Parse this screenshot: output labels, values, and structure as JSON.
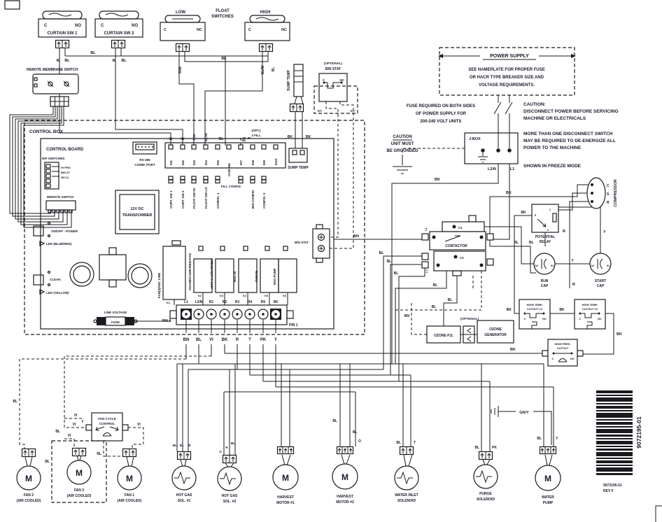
{
  "c": {
    "ink": "#1a1a1f",
    "text": "#161a28"
  },
  "cs1": {
    "t": "CURTAIN SW 1",
    "a": "C",
    "b": "NO",
    "w1": "W",
    "w2": "BL",
    "w3": "BL"
  },
  "cs2": {
    "t": "CURTAIN SW 2",
    "a": "C",
    "b": "NO",
    "w1": "W",
    "w2": "BL"
  },
  "fl": {
    "hdr1": "FLOAT",
    "hdr2": "SWITCHES",
    "low": "LOW",
    "high": "HIGH",
    "la": "C",
    "lb": "NC",
    "ha": "C",
    "hb": "NC",
    "w1": "R/W",
    "w2": "BL",
    "w3": "BL/W",
    "w4": "BL"
  },
  "mem": {
    "t": "REMOTE MEMBRANE SWITCH"
  },
  "st": {
    "probe": "SUMP TEMP",
    "bk1": "BK",
    "bk2": "BK",
    "conn": "SUMP TEMP"
  },
  "bs": {
    "opt": "(OPTIONAL)",
    "t": "BIN STAT",
    "a": "C",
    "b": "NC",
    "g1": "GY",
    "g2": "GY"
  },
  "ps": {
    "t": "POWER SUPPLY",
    "n1": "SEE NAMEPLATE FOR PROPER FUSE",
    "n2": "OR HACR TYPE BREAKER SIZE AND",
    "n3": "VOLTAGE REQUIREMENTS.",
    "f1": "FUSE REQUIRED ON BOTH SIDES",
    "f2": "OF POWER SUPPLY FOR",
    "f3": "200-240 VOLT UNITS",
    "g1": "CAUTION",
    "g2": "UNIT MUST",
    "g3": "BE GROUNDED",
    "jb": "J-BOX",
    "l2n": "L2/N",
    "l1": "L1",
    "c1": "CAUTION:",
    "c2": "DISCONNECT POWER BEFORE SERVICING",
    "c3": "MACHINE OR ELECTRICALS",
    "d1": "MORE THAN ONE DISCONNECT SWITCH",
    "d2": "MAY BE REQUIRED TO DE-ENERGIZE ALL",
    "d3": "POWER TO THE MACHINE",
    "mode": "SHOWN IN FREEZE MODE",
    "bk": "BK"
  },
  "cb": {
    "box": "CONTROL BOX",
    "board": "CONTROL BOARD",
    "dip": "DIP SWITCHES",
    "dip1": "HI PRG",
    "dip2": "BIN ST",
    "dip3": "3M CL",
    "rs1": "RS-485",
    "rs2": "COMM. PORT",
    "rsw": "REMOTE SWITCH",
    "tx1": "12V DC",
    "tx2": "TRANSFORMER",
    "on": "ON/OFF - POWER",
    "led1": "LED (BLUE/RED)",
    "cl": "CLEAN",
    "led2": "LED (YELLOW)",
    "lv": "LINE VOLTAGE",
    "fu": "FUSE",
    "bin": "BIN STAT",
    "in": [
      "IN1",
      "IN2",
      "IN3",
      "IN4",
      "IN5",
      "COM IN6",
      "IN7",
      "IN8",
      "IN9",
      "IN10"
    ],
    "wa": "W",
    "wb": "W",
    "wc": "R/W",
    "wd": "BL/W",
    "we": "BL",
    "wf": "BL",
    "opt": "(OPT.)",
    "fill": "2 FILL",
    "j": [
      "CURT. SW 1",
      "CURT. SW 2",
      "FLOAT SW HI",
      "FLOAT SW LO",
      "CONFIG. 1",
      "FILL CONFIG",
      "BIN CONFIG",
      "CONFIG. 2"
    ],
    "rf": [
      "FAN(3)/SIG. LINE",
      "OZONE/COMP./REM FAN",
      "HOT GAS/HARVEST",
      "H2O IN",
      "PURGE",
      "H2O PUMP"
    ],
    "k": [
      "K1",
      "K2",
      "K3",
      "K4",
      "K5",
      "K6"
    ],
    "ot": [
      "L1",
      "L2/N",
      "R1",
      "R2",
      "R3",
      "R4",
      "R5",
      "R6"
    ],
    "p8": "PIN 8",
    "p1": "PIN 1",
    "pw": [
      "BN",
      "BL",
      "VI",
      "BK",
      "R",
      "T",
      "PK",
      "Y"
    ]
  },
  "ct": {
    "t": "CONTACTOR",
    "c1": "C1",
    "c2": "C2",
    "l1": "L1",
    "l3": "L3",
    "bn": "BN",
    "bl1": "BL",
    "bl2": "BL",
    "bl3": "BL",
    "bl4": "BL",
    "bl5": "BL",
    "bl6": "BL",
    "bl7": "BL",
    "bl8": "BL"
  },
  "pr": {
    "t1": "POTENTIAL",
    "t2": "RELAY",
    "n5": "5",
    "n1": "1",
    "n2": "2",
    "bk": "BK"
  },
  "cap": {
    "r1": "RUN",
    "r2": "CAP",
    "s1": "START",
    "s2": "CAP",
    "a": "02",
    "b": "01",
    "cc": "02",
    "dd": "01",
    "y1": "Y",
    "y2": "Y",
    "ra": "R",
    "rb": "R"
  },
  "cm": {
    "t": "COMPRESSOR",
    "c": "C",
    "s": "S",
    "r": "R",
    "bk": "BK"
  },
  "hc": {
    "a1": "HIGH TEMP.",
    "a2": "CUTOUT #1",
    "ac": "C",
    "an": "NC",
    "b1": "HIGH TEMP.",
    "b2": "CUTOUT #2",
    "bc": "C",
    "bn2": "NC",
    "p1": "HIGH PRES.",
    "p2": "CUTOUT",
    "pc": "C",
    "pn": "NC",
    "bk1": "BK",
    "bk2": "BK",
    "bk3": "BK",
    "bk4": "BK"
  },
  "oz": {
    "ps": "OZONE P.S.",
    "opt": "(OPTIONAL)",
    "g1": "OZONE",
    "g2": "GENERATOR",
    "bn": "BN"
  },
  "bt": {
    "fcc1": "FAN CYCLE",
    "fcc2": "CONTROL",
    "vi1": "VI",
    "vi2": "VI",
    "vi3": "VI",
    "vi4": "VI",
    "bla": "BL",
    "blb": "BL",
    "blc": "BL",
    "bld": "BL",
    "gn": "GN/Y",
    "mm": "M",
    "m": [
      {
        "n1": "FAN 2",
        "n2": "(AIR COOLED)"
      },
      {
        "n1": "FAN 3",
        "n2": "(AIR COOLED)"
      },
      {
        "n1": "FAN 1",
        "n2": "(AIR COOLED)"
      },
      {
        "n1": "HOT GAS",
        "n2": "SOL. #1",
        "w1": "BL",
        "w2": "BL",
        "w3": "R"
      },
      {
        "n1": "HOT GAS",
        "n2": "SOL. #2",
        "w1": "O",
        "w2": "R",
        "w3": "BL"
      },
      {
        "n1": "HARVEST",
        "n2": "MOTOR #1"
      },
      {
        "n1": "HARVEST",
        "n2": "MOTOR #2",
        "w1": "BL",
        "w2": "BL",
        "w3": "O"
      },
      {
        "n1": "WATER INLET",
        "n2": "SOLENOID",
        "w1": "BL",
        "w2": "T"
      },
      {
        "n1": "PURGE",
        "n2": "SOLENOID",
        "w1": "BL",
        "w2": "PK"
      },
      {
        "n1": "WATER",
        "n2": "PUMP",
        "w1": "BL",
        "w2": "Y"
      }
    ]
  },
  "fo": {
    "pn_v": "9072195-01",
    "pn": "9072195-01",
    "rev": "REV F"
  }
}
